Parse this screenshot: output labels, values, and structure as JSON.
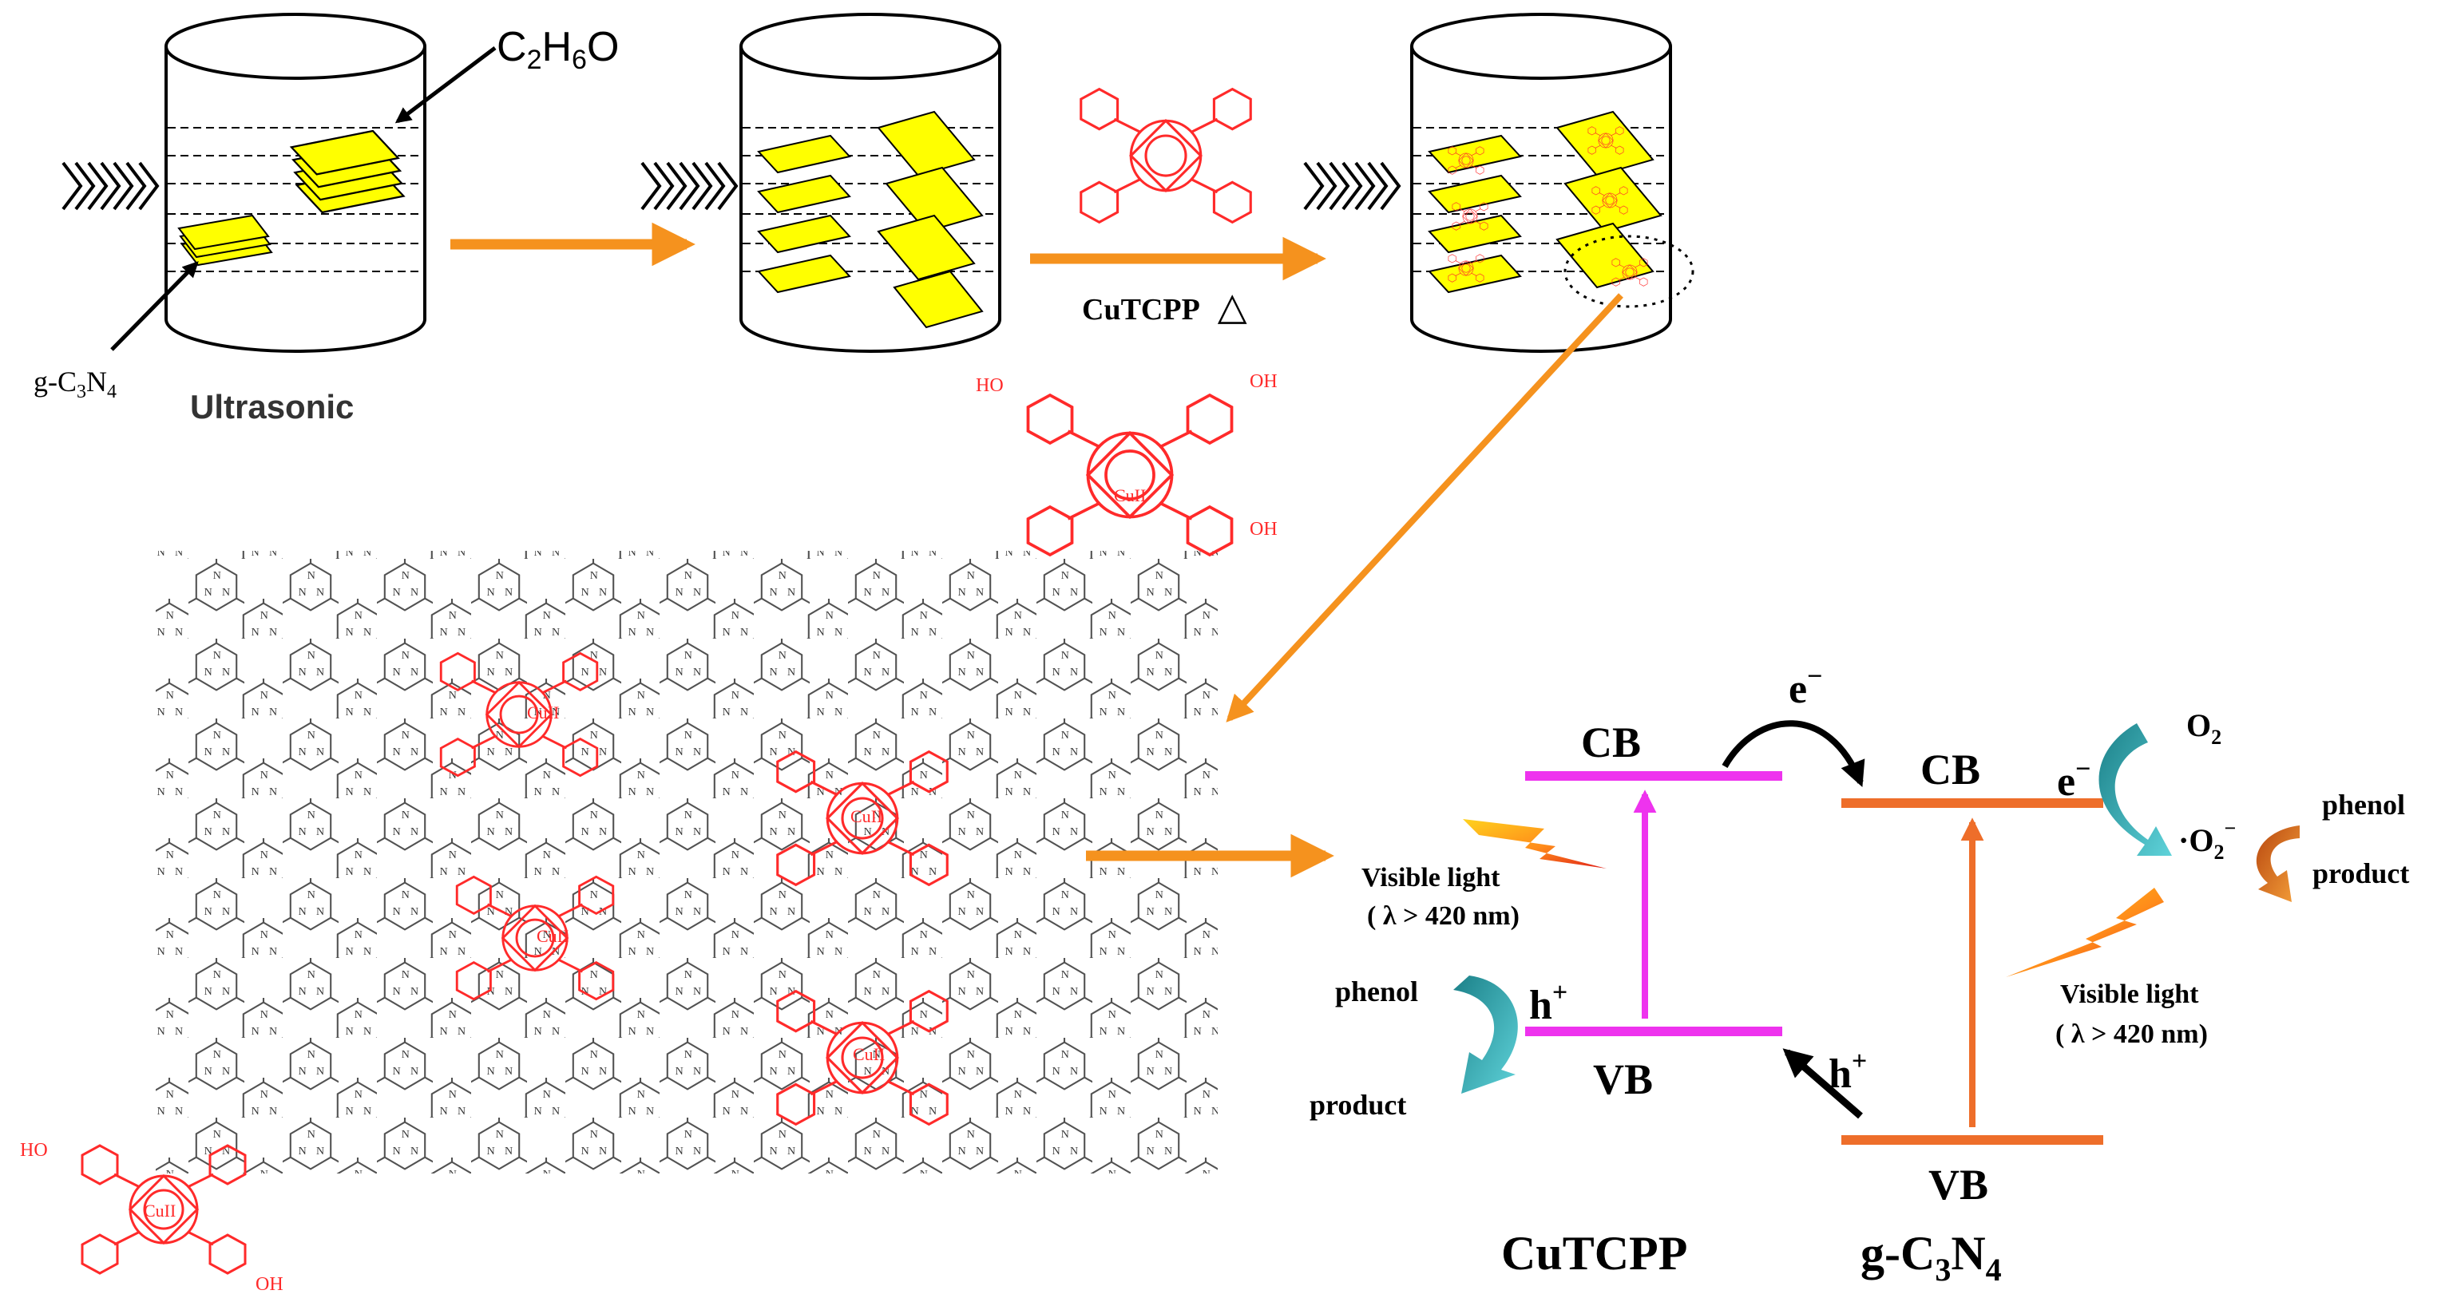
{
  "labels": {
    "solvent": "C2H6O",
    "solvent_main": "C",
    "solvent_s1": "2",
    "solvent_m2": "H",
    "solvent_s2": "6",
    "solvent_m3": "O",
    "gcn_prefix": "g-C",
    "gcn_s1": "3",
    "gcn_m2": "N",
    "gcn_s2": "4",
    "ultrasonic": "Ultrasonic",
    "reagent": "CuTCPP",
    "heat_symbol": "△"
  },
  "molecule": {
    "metal_center": "CuII",
    "cooh": "HO",
    "cooh_r": "OH",
    "n": "N"
  },
  "band": {
    "cb": "CB",
    "vb": "VB",
    "electron": "e",
    "minus": "−",
    "hole": "h",
    "plus": "+",
    "o2_main": "O",
    "o2_sub": "2",
    "phenol": "phenol",
    "product": "product",
    "visible_light": "Visible light",
    "wavelength": "( λ > 420 nm)",
    "cutcpp": "CuTCPP",
    "gcn_prefix": "g-C",
    "gcn_s1": "3",
    "gcn_m2": "N",
    "gcn_s2": "4"
  },
  "colors": {
    "process_arrow": "#f5921e",
    "sheet": "#ffff00",
    "porphyrin": "#ff2a2a",
    "cutcpp_band": "#ee33ee",
    "gcn_band": "#ee6e2a",
    "o2_arrow": "#2aa7b0",
    "phenol_arrow": "#d6621a"
  }
}
